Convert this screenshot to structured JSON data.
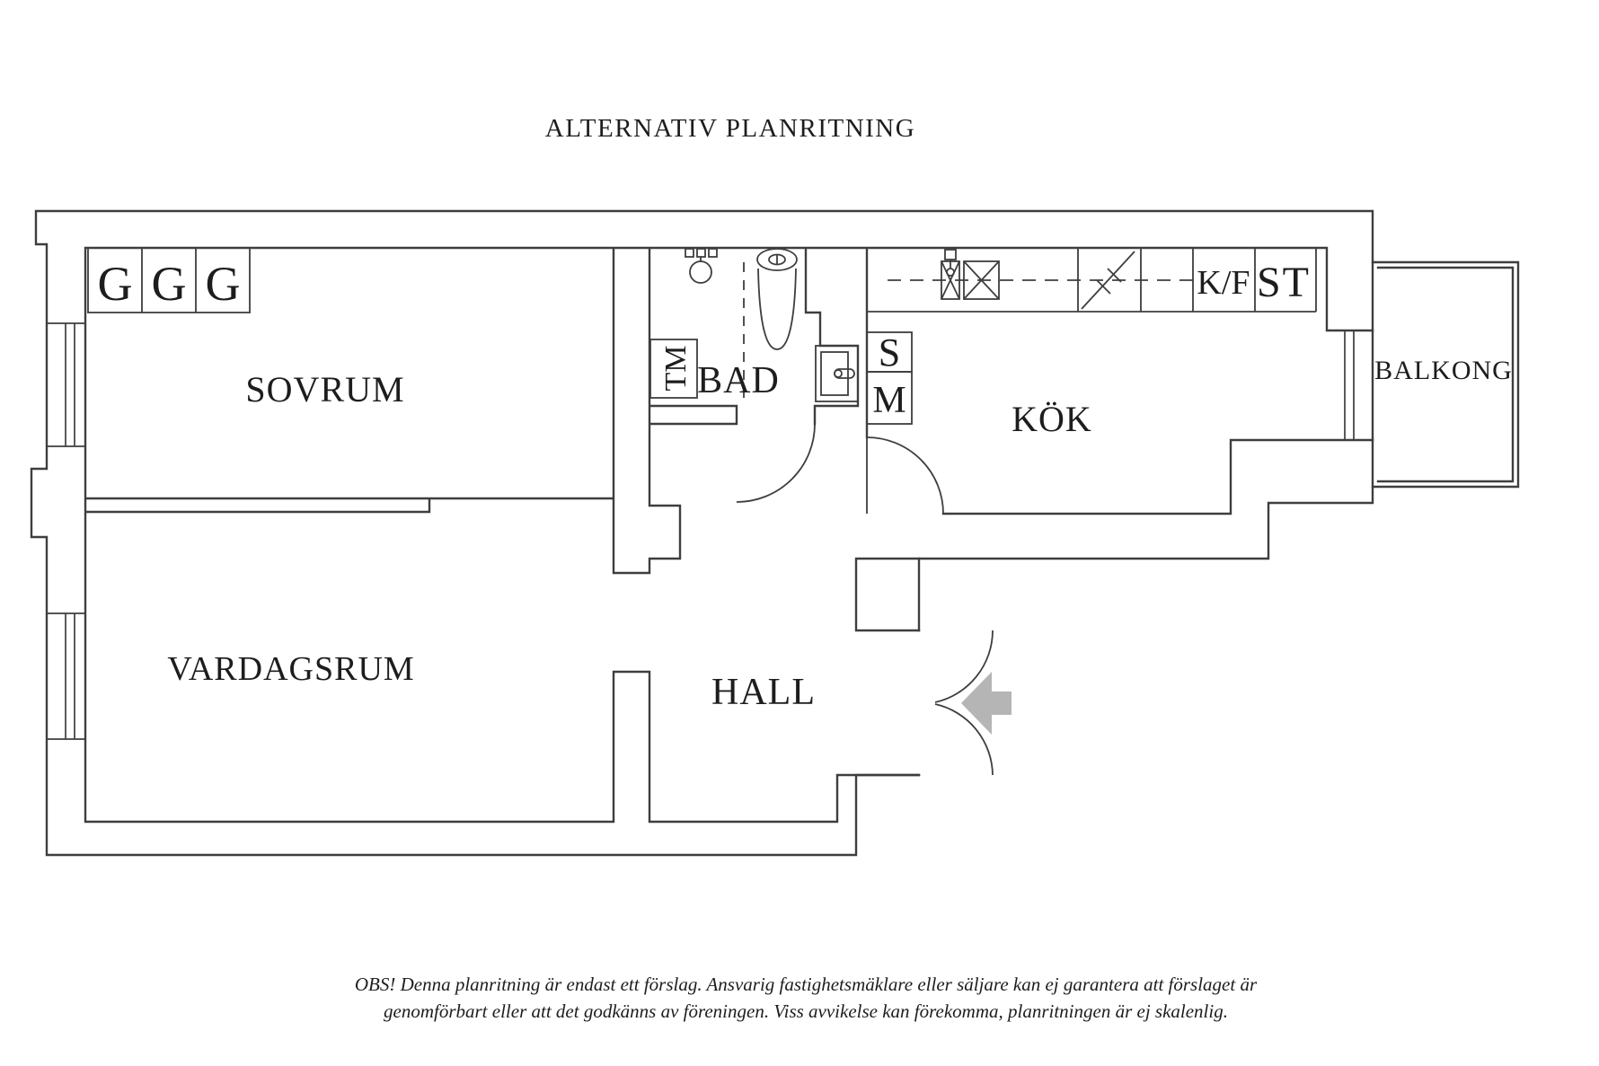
{
  "title": "ALTERNATIV PLANRITNING",
  "rooms": {
    "bedroom": "SOVRUM",
    "bathroom": "BAD",
    "kitchen": "KÖK",
    "hall": "HALL",
    "living_room": "VARDAGSRUM",
    "balcony": "BALKONG"
  },
  "fixtures": {
    "wardrobes": [
      "G",
      "G",
      "G"
    ],
    "washing_machine": "TM",
    "cabinet_s": "S",
    "cabinet_m": "M",
    "fridge_freezer": "K/F",
    "tall_cabinet": "ST"
  },
  "disclaimer": {
    "line1": "OBS! Denna planritning är endast ett förslag. Ansvarig fastighetsmäklare eller säljare kan ej garantera att förslaget är",
    "line2": "genomförbart eller att det godkänns av föreningen. Viss avvikelse kan förekomma, planritningen är ej skalenlig."
  },
  "colors": {
    "wall_line": "#3e3e3e",
    "text": "#1d1d1d",
    "entry_arrow": "#b5b5b5"
  }
}
